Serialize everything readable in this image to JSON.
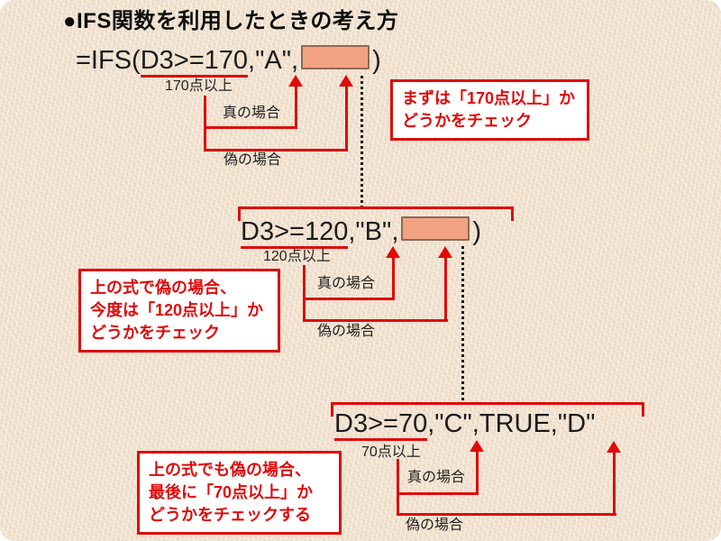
{
  "title": "●IFS関数を利用したときの考え方",
  "colors": {
    "background": "#f3e5d3",
    "accent_red": "#df0a0a",
    "placeholder_fill": "#f2a283",
    "placeholder_border": "#8c6a56",
    "formula_text": "#1c1c1c"
  },
  "rows": [
    {
      "formula_prefix": "=IFS(",
      "condition": "D3>=170",
      "formula_mid": ",\"A\",",
      "formula_close": ")",
      "condition_label": "170点以上",
      "true_label": "真の場合",
      "false_label": "偽の場合",
      "callout_lines": [
        "まずは「170点以上」か",
        "どうかをチェック"
      ]
    },
    {
      "formula_prefix": "",
      "condition": "D3>=120",
      "formula_mid": ",\"B\",",
      "formula_close": ")",
      "condition_label": "120点以上",
      "true_label": "真の場合",
      "false_label": "偽の場合",
      "callout_lines": [
        "上の式で偽の場合、",
        "今度は「120点以上」か",
        "どうかをチェック"
      ]
    },
    {
      "formula_prefix": "",
      "condition": "D3>=70",
      "formula_mid": ",\"C\",TRUE,\"D\"",
      "formula_close": "",
      "condition_label": "70点以上",
      "true_label": "真の場合",
      "false_label": "偽の場合",
      "callout_lines": [
        "上の式でも偽の場合、",
        "最後に「70点以上」か",
        "どうかをチェックする"
      ]
    }
  ]
}
